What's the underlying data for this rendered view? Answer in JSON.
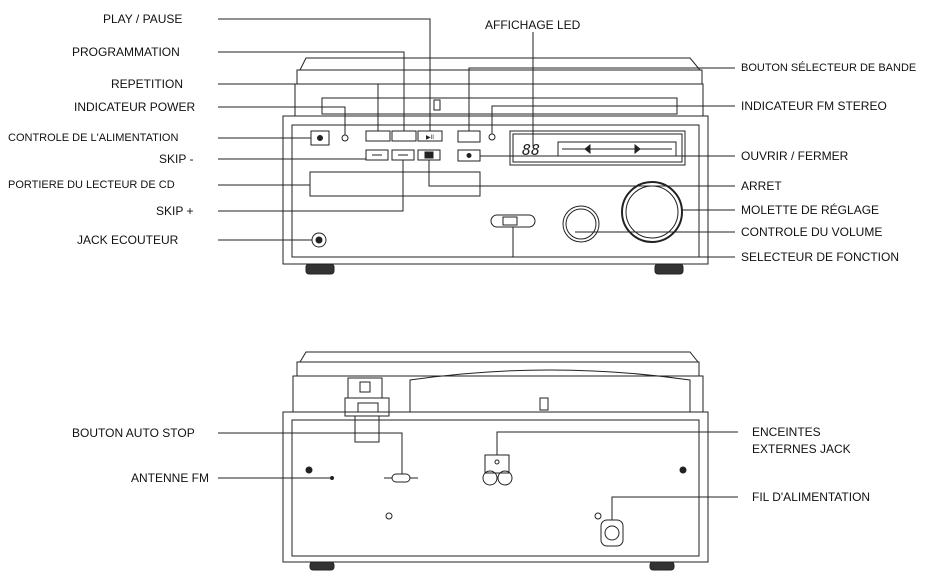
{
  "front_view": {
    "labels_left": {
      "play_pause": "PLAY / PAUSE",
      "programmation": "PROGRAMMATION",
      "repetition": "REPETITION",
      "indicateur_power": "INDICATEUR POWER",
      "controle_alimentation": "CONTROLE DE L'ALIMENTATION",
      "skip_minus": "SKIP -",
      "portiere_cd": "PORTIERE DU LECTEUR DE CD",
      "skip_plus": "SKIP +",
      "jack_ecouteur": "JACK ECOUTEUR"
    },
    "labels_right": {
      "affichage_led": "AFFICHAGE LED",
      "bouton_selecteur_bande": "BOUTON SÉLECTEUR DE BANDE",
      "indicateur_fm_stereo": "INDICATEUR FM STEREO",
      "ouvrir_fermer": "OUVRIR / FERMER",
      "arret": "ARRET",
      "molette_reglage": "MOLETTE DE RÉGLAGE",
      "controle_volume": "CONTROLE DU VOLUME",
      "selecteur_fonction": "SELECTEUR DE FONCTION"
    },
    "led_digits": "88"
  },
  "back_view": {
    "labels_left": {
      "bouton_auto_stop": "BOUTON AUTO STOP",
      "antenne_fm": "ANTENNE FM"
    },
    "labels_right": {
      "enceintes_line1": "ENCEINTES",
      "enceintes_line2": "EXTERNES JACK",
      "fil_alimentation": "FIL D'ALIMENTATION"
    }
  },
  "colors": {
    "stroke": "#222222",
    "fill_dark": "#333333",
    "background": "#ffffff"
  }
}
